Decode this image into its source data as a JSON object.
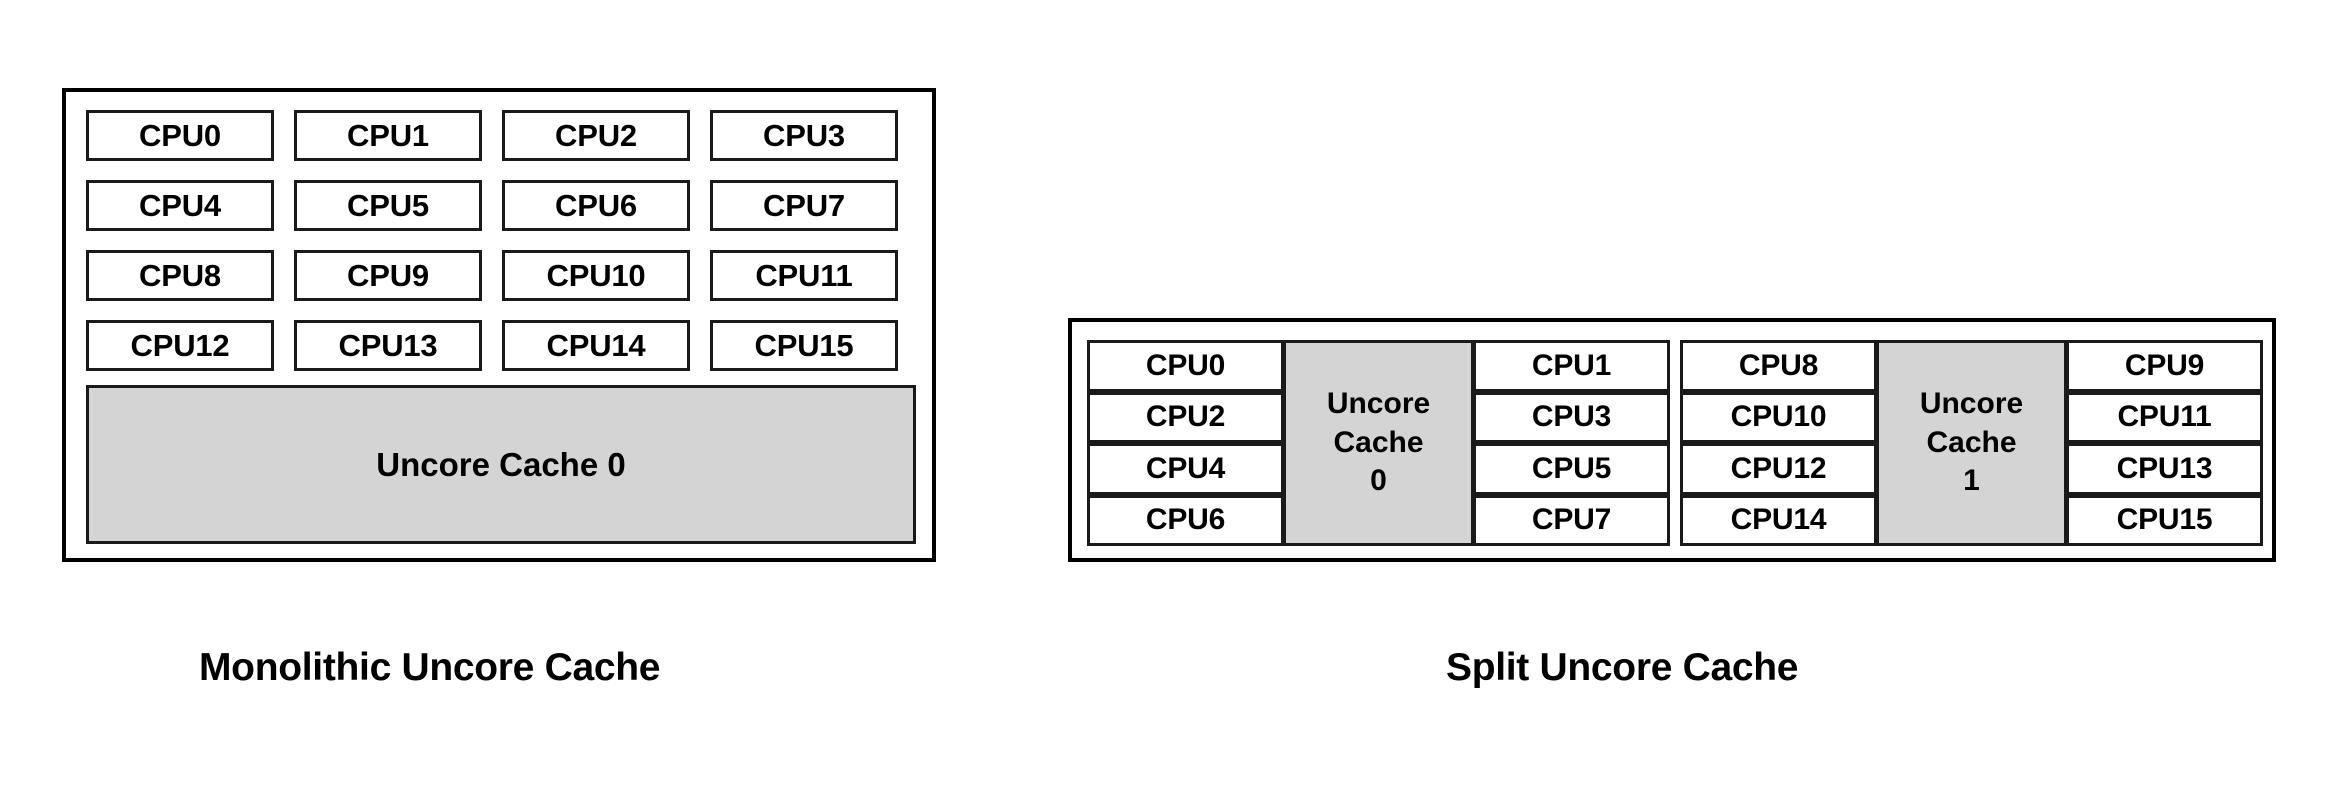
{
  "colors": {
    "cache_fill": "#d4d4d4",
    "border": "#1a1a1a",
    "frame_border": "#000000",
    "background": "#ffffff",
    "text": "#000000"
  },
  "diagram_left": {
    "caption": "Monolithic Uncore Cache",
    "cpu_rows": [
      [
        "CPU0",
        "CPU1",
        "CPU2",
        "CPU3"
      ],
      [
        "CPU4",
        "CPU5",
        "CPU6",
        "CPU7"
      ],
      [
        "CPU8",
        "CPU9",
        "CPU10",
        "CPU11"
      ],
      [
        "CPU12",
        "CPU13",
        "CPU14",
        "CPU15"
      ]
    ],
    "cache_label": "Uncore Cache 0"
  },
  "diagram_right": {
    "caption": "Split Uncore Cache",
    "groups": [
      {
        "left_column": [
          "CPU0",
          "CPU2",
          "CPU4",
          "CPU6"
        ],
        "cache_lines": [
          "Uncore",
          "Cache",
          "0"
        ],
        "right_column": [
          "CPU1",
          "CPU3",
          "CPU5",
          "CPU7"
        ]
      },
      {
        "left_column": [
          "CPU8",
          "CPU10",
          "CPU12",
          "CPU14"
        ],
        "cache_lines": [
          "Uncore",
          "Cache",
          "1"
        ],
        "right_column": [
          "CPU9",
          "CPU11",
          "CPU13",
          "CPU15"
        ]
      }
    ]
  }
}
